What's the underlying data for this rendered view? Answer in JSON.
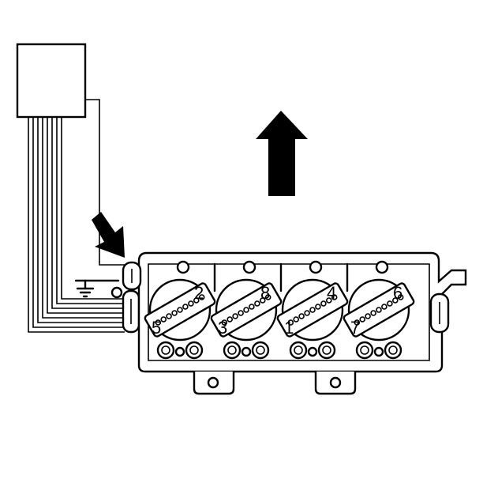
{
  "coil_pack": {
    "coils": [
      {
        "top_cylinder": "2",
        "bottom_cylinder": "5"
      },
      {
        "top_cylinder": "8",
        "bottom_cylinder": "3"
      },
      {
        "top_cylinder": "4",
        "bottom_cylinder": "1"
      },
      {
        "top_cylinder": "6",
        "bottom_cylinder": "7"
      }
    ]
  },
  "icons": {
    "direction_arrow": "arrow-up-icon",
    "pointer_arrow": "arrow-down-right-icon",
    "ground": "ground-symbol-icon"
  }
}
